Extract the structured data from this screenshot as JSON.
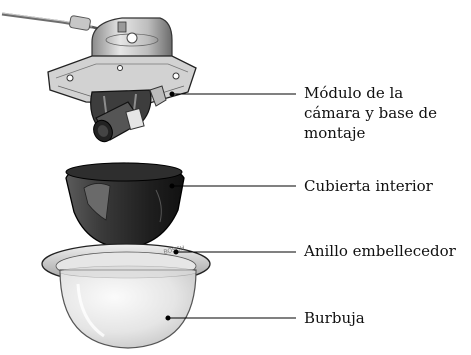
{
  "callouts": {
    "camera_module": {
      "lines": [
        "Módulo de la",
        "cámara y base de",
        "montaje"
      ]
    },
    "inner_cover": {
      "text": "Cubierta interior"
    },
    "trim_ring": {
      "text": "Anillo embellecedor",
      "ring_marking_brand": "BOSCH"
    },
    "bubble": {
      "text": "Burbuja"
    }
  },
  "colors": {
    "line": "#000000",
    "text": "#111111",
    "metal_light": "#d9d9d9",
    "metal_dark": "#5a5a5a",
    "cover_dark": "#2b2b2b",
    "bubble": "#ececec"
  }
}
